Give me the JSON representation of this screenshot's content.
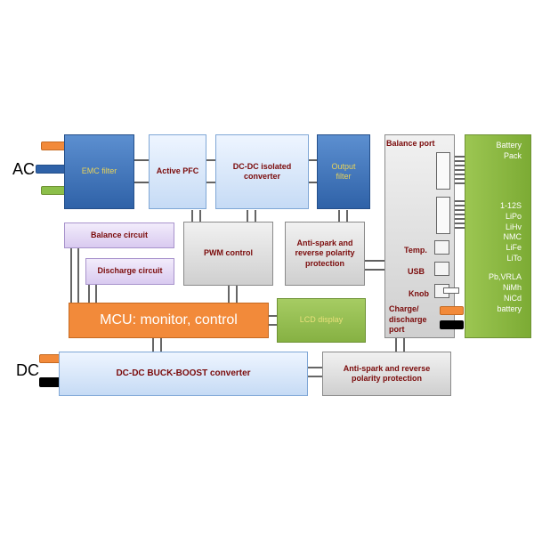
{
  "labels": {
    "ac": "AC",
    "dc": "DC"
  },
  "blocks": {
    "emc_filter": "EMC filter",
    "active_pfc": "Active PFC",
    "dcdc_isolated": "DC-DC isolated converter",
    "output_filter": "Output filter",
    "balance_circuit": "Balance circuit",
    "discharge_circuit": "Discharge circuit",
    "pwm_control": "PWM control",
    "antispark_top": "Anti-spark and reverse polarity protection",
    "mcu": "MCU: monitor, control",
    "lcd_display": "LCD display",
    "buck_boost": "DC-DC BUCK-BOOST converter",
    "antispark_bottom": "Anti-spark and reverse polarity protection"
  },
  "port_panel": {
    "balance_port": "Balance port",
    "temp": "Temp.",
    "usb": "USB",
    "knob": "Knob",
    "charge_port": "Charge/ discharge port"
  },
  "battery": {
    "title_line1": "Battery",
    "title_line2": "Pack",
    "types": [
      "1-12S",
      "LiPo",
      "LiHv",
      "NMC",
      "LiFe",
      "LiTo",
      "Pb,VRLA",
      "NiMh",
      "NiCd",
      "battery"
    ]
  },
  "colors": {
    "plug_orange": "#f28a3a",
    "plug_blue": "#2f62a8",
    "plug_green": "#8cbf4a",
    "plug_black": "#000000"
  }
}
